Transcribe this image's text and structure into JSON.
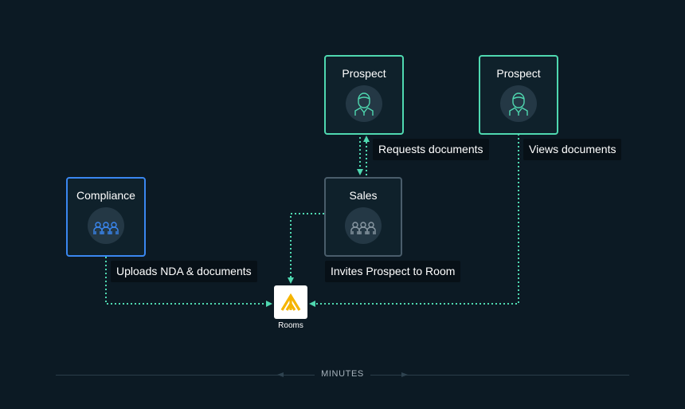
{
  "actors": {
    "compliance": {
      "title": "Compliance",
      "icon": "group-icon",
      "color": "#3a87f0"
    },
    "prospect_left": {
      "title": "Prospect",
      "icon": "person-icon",
      "color": "#4fd8b0"
    },
    "prospect_right": {
      "title": "Prospect",
      "icon": "person-icon",
      "color": "#4fd8b0"
    },
    "sales": {
      "title": "Sales",
      "icon": "group-icon",
      "color": "#4a5d6b"
    }
  },
  "steps": {
    "upload": "Uploads NDA & documents",
    "invite": "Invites Prospect to Room",
    "request": "Requests documents",
    "view": "Views documents"
  },
  "hub": {
    "label": "Rooms",
    "icon": "rooms-logo-icon",
    "accent": "#f5b400"
  },
  "timeline": {
    "label": "MINUTES"
  },
  "colors": {
    "background": "#0c1a24",
    "connector": "#4fd8b0"
  }
}
